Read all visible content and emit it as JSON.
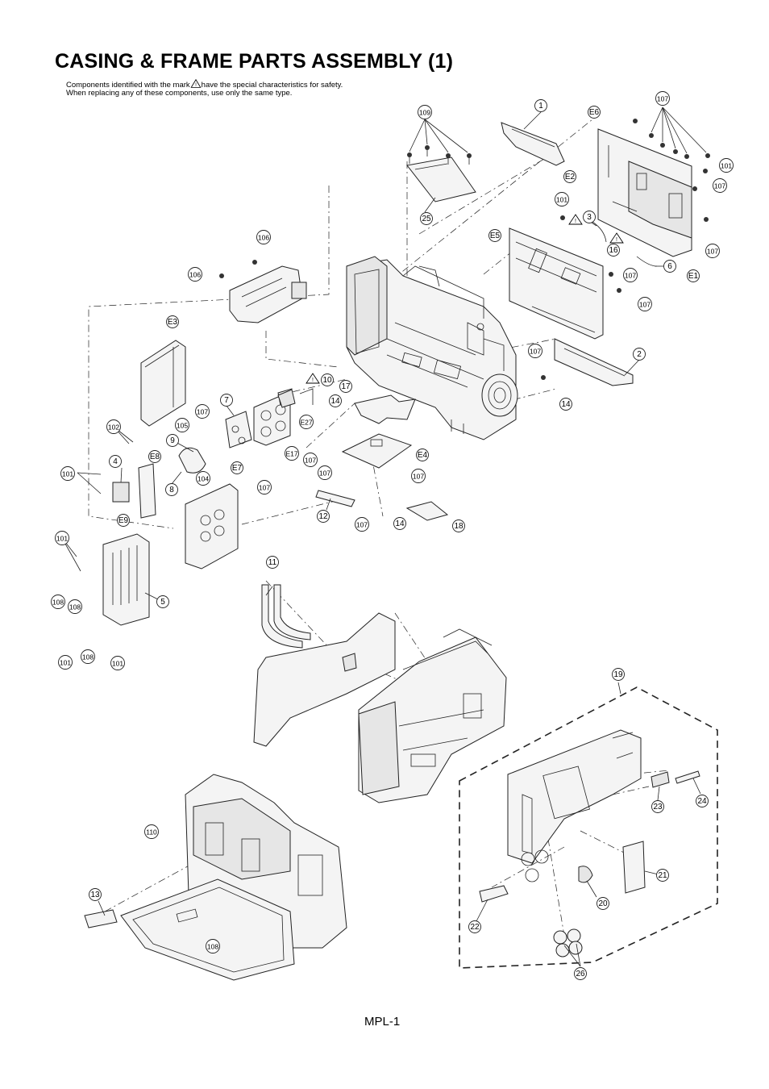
{
  "title": "CASING & FRAME PARTS ASSEMBLY (1)",
  "note_line1_pre": "Components identified with the mark",
  "note_line1_post": "have the special characteristics for safety.",
  "note_line2": "When replacing any of these components, use only the same type.",
  "footer": "MPL-1",
  "callouts": [
    {
      "id": "c1",
      "text": "1"
    },
    {
      "id": "c2",
      "text": "2"
    },
    {
      "id": "c3",
      "text": "3"
    },
    {
      "id": "c4",
      "text": "4"
    },
    {
      "id": "c5",
      "text": "5"
    },
    {
      "id": "c6",
      "text": "6"
    },
    {
      "id": "c7",
      "text": "7"
    },
    {
      "id": "c8",
      "text": "8"
    },
    {
      "id": "c9",
      "text": "9"
    },
    {
      "id": "c10",
      "text": "10"
    },
    {
      "id": "c11",
      "text": "11"
    },
    {
      "id": "c12",
      "text": "12"
    },
    {
      "id": "c13",
      "text": "13"
    },
    {
      "id": "c14a",
      "text": "14"
    },
    {
      "id": "c14b",
      "text": "14"
    },
    {
      "id": "c14c",
      "text": "14"
    },
    {
      "id": "c16",
      "text": "16"
    },
    {
      "id": "c17",
      "text": "17"
    },
    {
      "id": "c18",
      "text": "18"
    },
    {
      "id": "c19",
      "text": "19"
    },
    {
      "id": "c20",
      "text": "20"
    },
    {
      "id": "c21",
      "text": "21"
    },
    {
      "id": "c22",
      "text": "22"
    },
    {
      "id": "c23",
      "text": "23"
    },
    {
      "id": "c24",
      "text": "24"
    },
    {
      "id": "c25",
      "text": "25"
    },
    {
      "id": "c26",
      "text": "26"
    },
    {
      "id": "cE1",
      "text": "E1"
    },
    {
      "id": "cE2",
      "text": "E2"
    },
    {
      "id": "cE3",
      "text": "E3"
    },
    {
      "id": "cE4",
      "text": "E4"
    },
    {
      "id": "cE5",
      "text": "E5"
    },
    {
      "id": "cE6",
      "text": "E6"
    },
    {
      "id": "cE7",
      "text": "E7"
    },
    {
      "id": "cE8",
      "text": "E8"
    },
    {
      "id": "cE9",
      "text": "E9"
    },
    {
      "id": "cE17",
      "text": "E17"
    },
    {
      "id": "cE27",
      "text": "E27"
    },
    {
      "id": "c101a",
      "text": "101"
    },
    {
      "id": "c101b",
      "text": "101"
    },
    {
      "id": "c101c",
      "text": "101"
    },
    {
      "id": "c101d",
      "text": "101"
    },
    {
      "id": "c101e",
      "text": "101"
    },
    {
      "id": "c101f",
      "text": "101"
    },
    {
      "id": "c102",
      "text": "102"
    },
    {
      "id": "c104",
      "text": "104"
    },
    {
      "id": "c105",
      "text": "105"
    },
    {
      "id": "c106a",
      "text": "106"
    },
    {
      "id": "c106b",
      "text": "106"
    },
    {
      "id": "c107a",
      "text": "107"
    },
    {
      "id": "c107b",
      "text": "107"
    },
    {
      "id": "c107c",
      "text": "107"
    },
    {
      "id": "c107d",
      "text": "107"
    },
    {
      "id": "c107e",
      "text": "107"
    },
    {
      "id": "c107f",
      "text": "107"
    },
    {
      "id": "c107g",
      "text": "107"
    },
    {
      "id": "c107h",
      "text": "107"
    },
    {
      "id": "c107i",
      "text": "107"
    },
    {
      "id": "c107j",
      "text": "107"
    },
    {
      "id": "c107k",
      "text": "107"
    },
    {
      "id": "c107l",
      "text": "107"
    },
    {
      "id": "c108a",
      "text": "108"
    },
    {
      "id": "c108b",
      "text": "108"
    },
    {
      "id": "c108c",
      "text": "108"
    },
    {
      "id": "c108d",
      "text": "108"
    },
    {
      "id": "c109",
      "text": "109"
    },
    {
      "id": "c110",
      "text": "110"
    }
  ]
}
